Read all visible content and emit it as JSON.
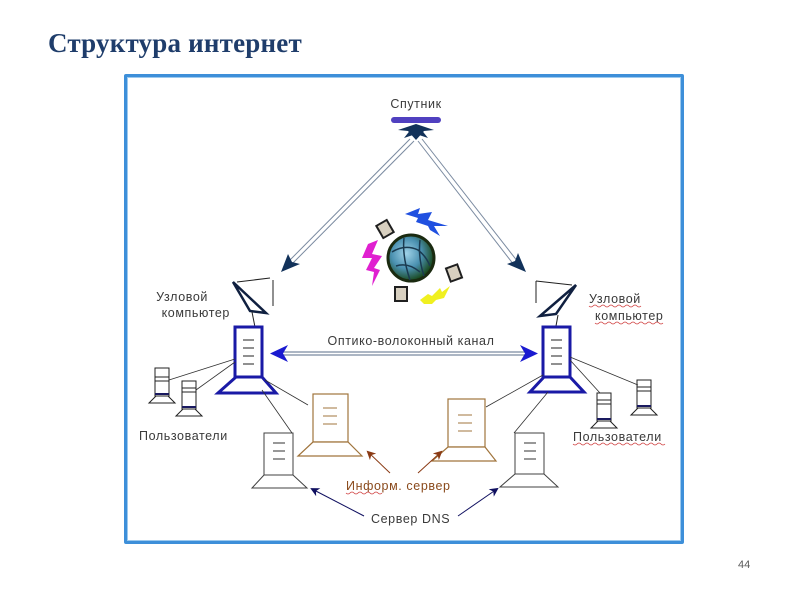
{
  "slide": {
    "title": "Структура интернет",
    "page_number": "44"
  },
  "diagram": {
    "labels": {
      "satellite": "Спутник",
      "node_left_line1": "Узловой",
      "node_left_line2": "компьютер",
      "node_right_line1": "Узловой",
      "node_right_line2": "компьютер",
      "fiber_channel": "Оптико-волоконный канал",
      "users_left": "Пользователи",
      "users_right": "Пользователи",
      "info_server": "Информ. сервер",
      "dns_server": "Сервер DNS"
    },
    "icons": [
      "satellite-icon",
      "globe-icon",
      "satellite-dish-icon",
      "node-computer-icon",
      "user-computer-icon",
      "info-server-icon",
      "dns-server-icon",
      "lightning-icon"
    ],
    "colors": {
      "title": "#1f3d6b",
      "frame": "#3d8fd9",
      "node_computer": "#1a1aa6",
      "info_server": "#a0743c",
      "arrow_dark": "#12325a",
      "satellite_bar": "#5040c0",
      "lightning_blue": "#2050e0",
      "lightning_magenta": "#e020d0",
      "lightning_yellow": "#f0f020"
    }
  }
}
